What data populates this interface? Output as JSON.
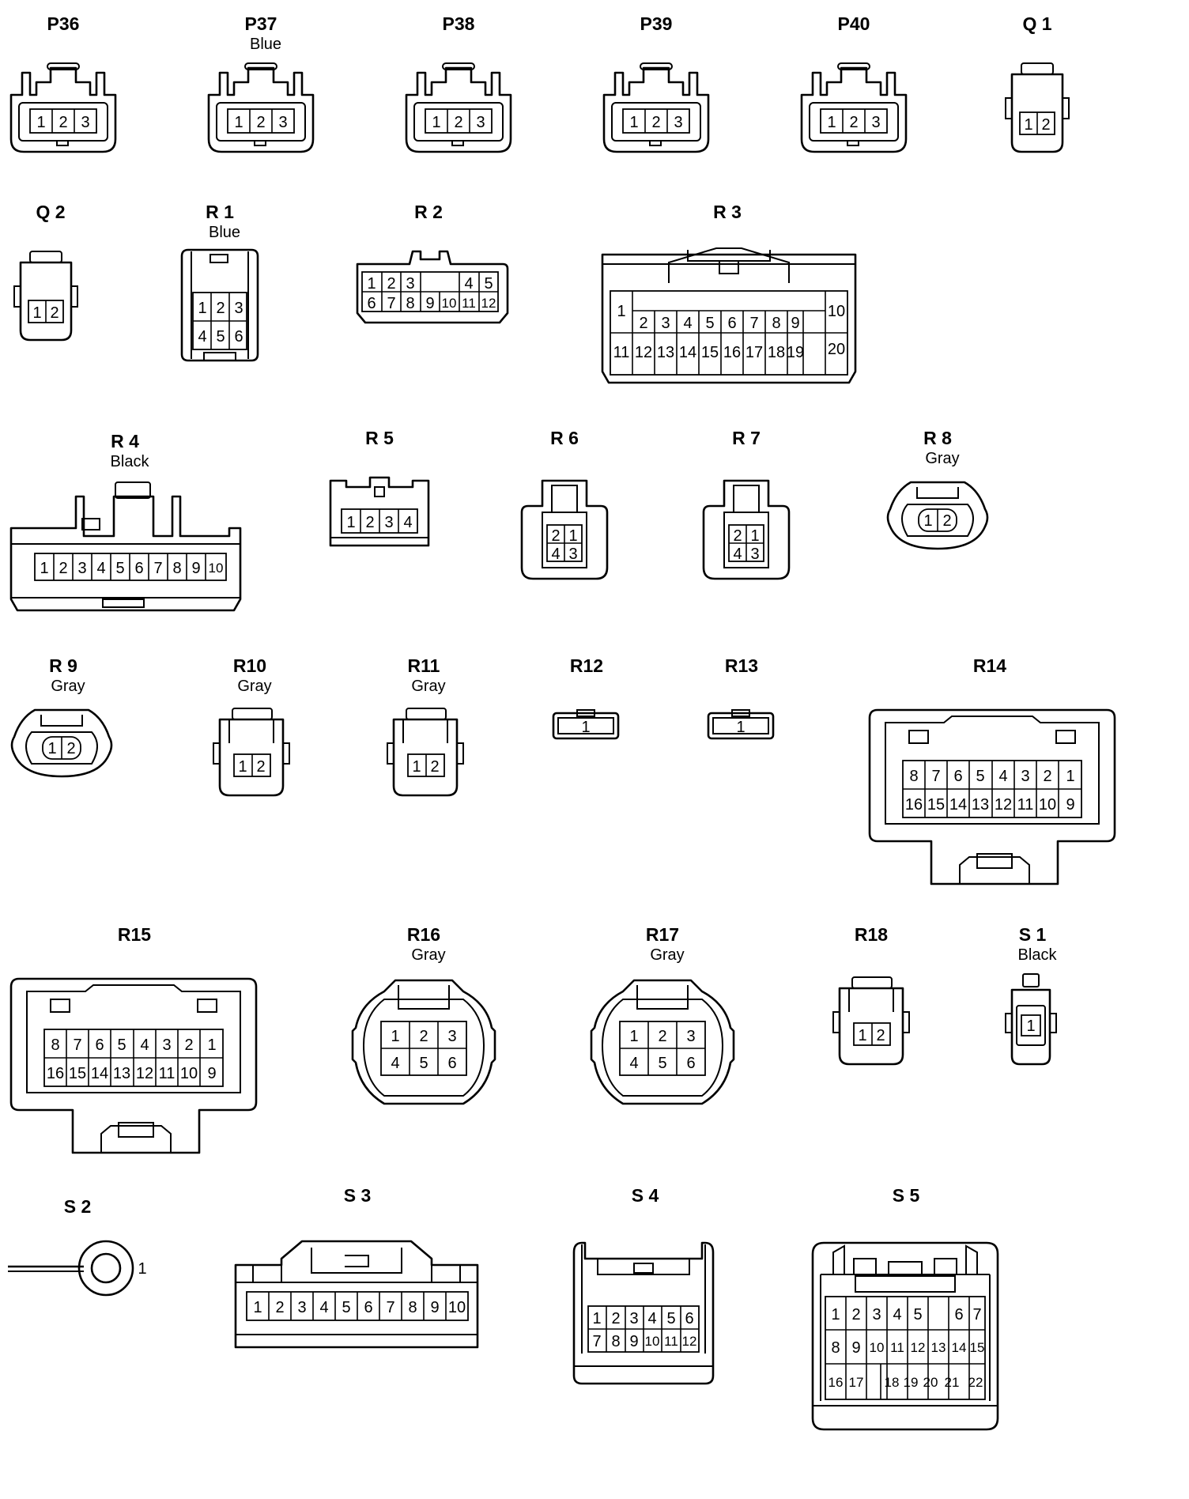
{
  "connectors": [
    {
      "id": "P36",
      "color": "",
      "pins": [
        "1",
        "2",
        "3"
      ]
    },
    {
      "id": "P37",
      "color": "Blue",
      "pins": [
        "1",
        "2",
        "3"
      ]
    },
    {
      "id": "P38",
      "color": "",
      "pins": [
        "1",
        "2",
        "3"
      ]
    },
    {
      "id": "P39",
      "color": "",
      "pins": [
        "1",
        "2",
        "3"
      ]
    },
    {
      "id": "P40",
      "color": "",
      "pins": [
        "1",
        "2",
        "3"
      ]
    },
    {
      "id": "Q 1",
      "color": "",
      "pins": [
        "1",
        "2"
      ]
    },
    {
      "id": "Q 2",
      "color": "",
      "pins": [
        "1",
        "2"
      ]
    },
    {
      "id": "R 1",
      "color": "Blue",
      "pins": [
        "1",
        "2",
        "3",
        "4",
        "5",
        "6"
      ]
    },
    {
      "id": "R 2",
      "color": "",
      "pins": [
        "1",
        "2",
        "3",
        "4",
        "5",
        "6",
        "7",
        "8",
        "9",
        "10",
        "11",
        "12"
      ]
    },
    {
      "id": "R 3",
      "color": "",
      "pins": [
        "1",
        "2",
        "3",
        "4",
        "5",
        "6",
        "7",
        "8",
        "9",
        "10",
        "11",
        "12",
        "13",
        "14",
        "15",
        "16",
        "17",
        "18",
        "19",
        "20"
      ]
    },
    {
      "id": "R 4",
      "color": "Black",
      "pins": [
        "1",
        "2",
        "3",
        "4",
        "5",
        "6",
        "7",
        "8",
        "9",
        "10"
      ]
    },
    {
      "id": "R 5",
      "color": "",
      "pins": [
        "1",
        "2",
        "3",
        "4"
      ]
    },
    {
      "id": "R 6",
      "color": "",
      "pins": [
        "2",
        "1",
        "4",
        "3"
      ]
    },
    {
      "id": "R 7",
      "color": "",
      "pins": [
        "2",
        "1",
        "4",
        "3"
      ]
    },
    {
      "id": "R 8",
      "color": "Gray",
      "pins": [
        "1",
        "2"
      ]
    },
    {
      "id": "R 9",
      "color": "Gray",
      "pins": [
        "1",
        "2"
      ]
    },
    {
      "id": "R10",
      "color": "Gray",
      "pins": [
        "1",
        "2"
      ]
    },
    {
      "id": "R11",
      "color": "Gray",
      "pins": [
        "1",
        "2"
      ]
    },
    {
      "id": "R12",
      "color": "",
      "pins": [
        "1"
      ]
    },
    {
      "id": "R13",
      "color": "",
      "pins": [
        "1"
      ]
    },
    {
      "id": "R14",
      "color": "",
      "pins": [
        "8",
        "7",
        "6",
        "5",
        "4",
        "3",
        "2",
        "1",
        "16",
        "15",
        "14",
        "13",
        "12",
        "11",
        "10",
        "9"
      ]
    },
    {
      "id": "R15",
      "color": "",
      "pins": [
        "8",
        "7",
        "6",
        "5",
        "4",
        "3",
        "2",
        "1",
        "16",
        "15",
        "14",
        "13",
        "12",
        "11",
        "10",
        "9"
      ]
    },
    {
      "id": "R16",
      "color": "Gray",
      "pins": [
        "1",
        "2",
        "3",
        "4",
        "5",
        "6"
      ]
    },
    {
      "id": "R17",
      "color": "Gray",
      "pins": [
        "1",
        "2",
        "3",
        "4",
        "5",
        "6"
      ]
    },
    {
      "id": "R18",
      "color": "",
      "pins": [
        "1",
        "2"
      ]
    },
    {
      "id": "S 1",
      "color": "Black",
      "pins": [
        "1"
      ]
    },
    {
      "id": "S 2",
      "color": "",
      "pins": [
        "1"
      ]
    },
    {
      "id": "S 3",
      "color": "",
      "pins": [
        "1",
        "2",
        "3",
        "4",
        "5",
        "6",
        "7",
        "8",
        "9",
        "10"
      ]
    },
    {
      "id": "S 4",
      "color": "",
      "pins": [
        "1",
        "2",
        "3",
        "4",
        "5",
        "6",
        "7",
        "8",
        "9",
        "10",
        "11",
        "12"
      ]
    },
    {
      "id": "S 5",
      "color": "",
      "pins": [
        "1",
        "2",
        "3",
        "4",
        "5",
        "6",
        "7",
        "8",
        "9",
        "10",
        "11",
        "12",
        "13",
        "14",
        "15",
        "16",
        "17",
        "18",
        "19",
        "20",
        "21",
        "22"
      ]
    }
  ]
}
